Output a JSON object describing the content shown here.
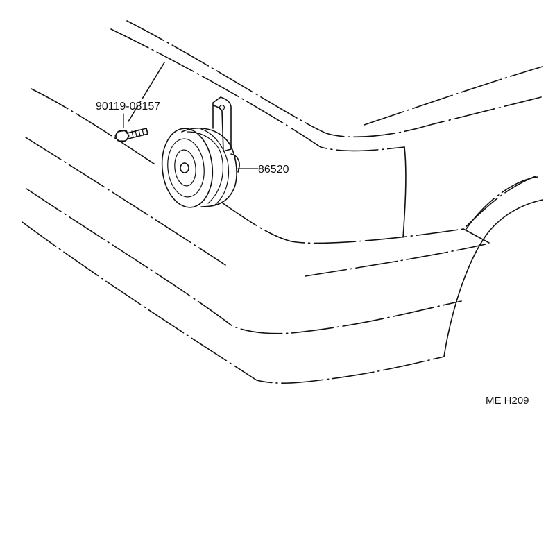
{
  "diagram": {
    "parts": [
      {
        "id": "bolt",
        "part_number": "90119-08157"
      },
      {
        "id": "horn",
        "part_number": "86520"
      }
    ],
    "drawing_code": "ME H209"
  }
}
